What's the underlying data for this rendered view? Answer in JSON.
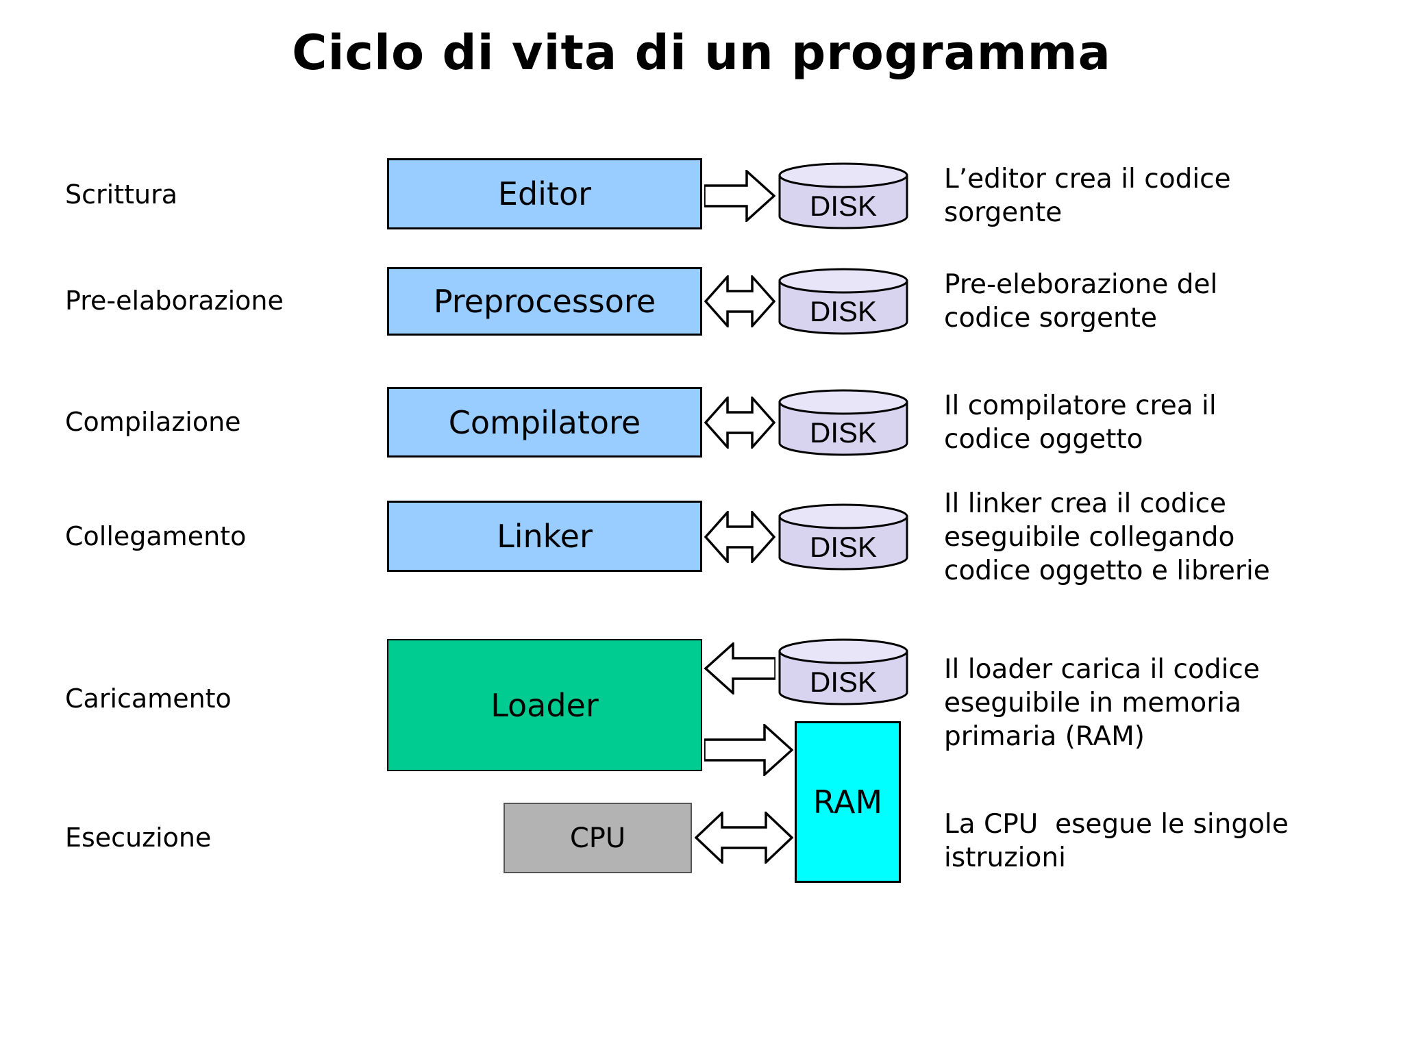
{
  "title": "Ciclo di vita di un programma",
  "colors": {
    "process_box": "#99CCFF",
    "loader_box": "#00CB90",
    "cpu_box": "#B3B3B3",
    "ram_box": "#00FFFF",
    "disk_body": "#D8D4F0",
    "disk_top": "#E8E5F8",
    "arrow_fill": "#FFFFFF",
    "outline": "#000000"
  },
  "phases": {
    "scrittura": {
      "label": "Scrittura",
      "box": "Editor",
      "disk": "DISK",
      "desc": [
        "L’editor crea il codice",
        "sorgente"
      ]
    },
    "pre_elaborazione": {
      "label": "Pre-elaborazione",
      "box": "Preprocessore",
      "disk": "DISK",
      "desc": [
        "Pre-eleborazione del",
        "codice sorgente"
      ]
    },
    "compilazione": {
      "label": "Compilazione",
      "box": "Compilatore",
      "disk": "DISK",
      "desc": [
        "Il compilatore crea il",
        "codice oggetto"
      ]
    },
    "collegamento": {
      "label": "Collegamento",
      "box": "Linker",
      "disk": "DISK",
      "desc": [
        "Il linker crea il codice",
        "eseguibile collegando",
        "codice oggetto e librerie"
      ]
    },
    "caricamento": {
      "label": "Caricamento",
      "box": "Loader",
      "disk": "DISK",
      "desc": [
        "Il loader carica il codice",
        "eseguibile in memoria",
        "primaria (RAM)"
      ]
    },
    "esecuzione": {
      "label": "Esecuzione",
      "box": "CPU",
      "ram": "RAM",
      "desc": [
        "La CPU  esegue le singole",
        "istruzioni"
      ]
    }
  }
}
